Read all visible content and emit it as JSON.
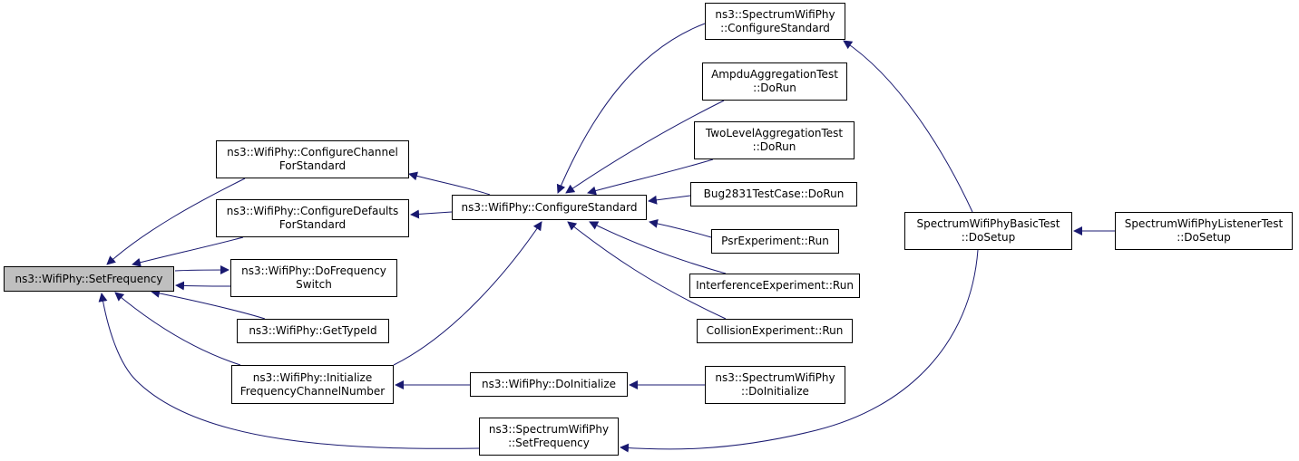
{
  "diagram": {
    "type": "call-graph",
    "edge_color": "#191970",
    "focus_fill": "#bfbfbf",
    "nodes": [
      {
        "id": "setfreq",
        "lines": [
          "ns3::WifiPhy::SetFrequency"
        ],
        "focus": true
      },
      {
        "id": "cfgchan",
        "lines": [
          "ns3::WifiPhy::ConfigureChannel",
          "ForStandard"
        ]
      },
      {
        "id": "cfgdef",
        "lines": [
          "ns3::WifiPhy::ConfigureDefaults",
          "ForStandard"
        ]
      },
      {
        "id": "dofreq",
        "lines": [
          "ns3::WifiPhy::DoFrequency",
          "Switch"
        ]
      },
      {
        "id": "typeid",
        "lines": [
          "ns3::WifiPhy::GetTypeId"
        ]
      },
      {
        "id": "initfcn",
        "lines": [
          "ns3::WifiPhy::Initialize",
          "FrequencyChannelNumber"
        ]
      },
      {
        "id": "swp_setfreq",
        "lines": [
          "ns3::SpectrumWifiPhy",
          "::SetFrequency"
        ]
      },
      {
        "id": "cfgstd",
        "lines": [
          "ns3::WifiPhy::ConfigureStandard"
        ]
      },
      {
        "id": "doinit",
        "lines": [
          "ns3::WifiPhy::DoInitialize"
        ]
      },
      {
        "id": "swp_cfgstd",
        "lines": [
          "ns3::SpectrumWifiPhy",
          "::ConfigureStandard"
        ]
      },
      {
        "id": "ampdu",
        "lines": [
          "AmpduAggregationTest",
          "::DoRun"
        ]
      },
      {
        "id": "twolevel",
        "lines": [
          "TwoLevelAggregationTest",
          "::DoRun"
        ]
      },
      {
        "id": "bug2831",
        "lines": [
          "Bug2831TestCase::DoRun"
        ]
      },
      {
        "id": "psr",
        "lines": [
          "PsrExperiment::Run"
        ]
      },
      {
        "id": "interf",
        "lines": [
          "InterferenceExperiment::Run"
        ]
      },
      {
        "id": "collision",
        "lines": [
          "CollisionExperiment::Run"
        ]
      },
      {
        "id": "swp_doinit",
        "lines": [
          "ns3::SpectrumWifiPhy",
          "::DoInitialize"
        ]
      },
      {
        "id": "basictest",
        "lines": [
          "SpectrumWifiPhyBasicTest",
          "::DoSetup"
        ]
      },
      {
        "id": "listenertest",
        "lines": [
          "SpectrumWifiPhyListenerTest",
          "::DoSetup"
        ]
      }
    ],
    "edges": [
      {
        "from": "cfgchan",
        "to": "setfreq"
      },
      {
        "from": "cfgdef",
        "to": "setfreq"
      },
      {
        "from": "dofreq",
        "to": "setfreq"
      },
      {
        "from": "setfreq",
        "to": "dofreq"
      },
      {
        "from": "typeid",
        "to": "setfreq"
      },
      {
        "from": "initfcn",
        "to": "setfreq"
      },
      {
        "from": "swp_setfreq",
        "to": "setfreq"
      },
      {
        "from": "cfgstd",
        "to": "cfgchan"
      },
      {
        "from": "cfgstd",
        "to": "cfgdef"
      },
      {
        "from": "initfcn",
        "to": "cfgstd"
      },
      {
        "from": "doinit",
        "to": "initfcn"
      },
      {
        "from": "swp_cfgstd",
        "to": "cfgstd"
      },
      {
        "from": "ampdu",
        "to": "cfgstd"
      },
      {
        "from": "twolevel",
        "to": "cfgstd"
      },
      {
        "from": "bug2831",
        "to": "cfgstd"
      },
      {
        "from": "psr",
        "to": "cfgstd"
      },
      {
        "from": "interf",
        "to": "cfgstd"
      },
      {
        "from": "collision",
        "to": "cfgstd"
      },
      {
        "from": "swp_doinit",
        "to": "doinit"
      },
      {
        "from": "basictest",
        "to": "swp_cfgstd"
      },
      {
        "from": "basictest",
        "to": "swp_setfreq"
      },
      {
        "from": "listenertest",
        "to": "basictest"
      }
    ]
  }
}
